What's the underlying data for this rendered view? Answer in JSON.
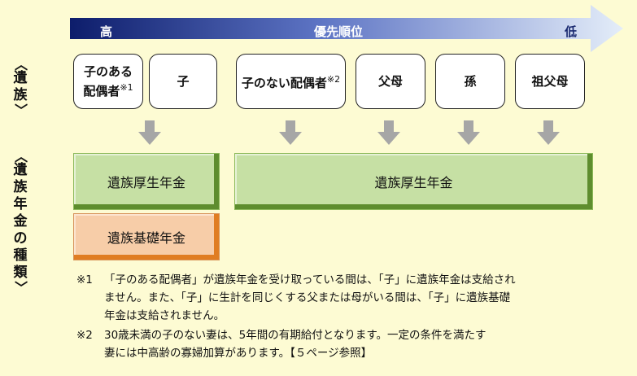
{
  "priority": {
    "high": "高",
    "title": "優先順位",
    "low": "低"
  },
  "side_labels": {
    "survivors": "〈遺族〉",
    "pension_types": "〈遺族年金の種類〉"
  },
  "heirs": [
    {
      "label_line1": "子のある",
      "label_line2": "配偶者",
      "note": "※1"
    },
    {
      "label": "子"
    },
    {
      "label": "子のない配偶者",
      "note": "※2"
    },
    {
      "label": "父母"
    },
    {
      "label": "孫"
    },
    {
      "label": "祖父母"
    }
  ],
  "pensions": {
    "spouse_employee": "遺族厚生年金",
    "spouse_basic": "遺族基礎年金",
    "others_employee": "遺族厚生年金"
  },
  "notes": [
    {
      "mark": "※1",
      "lines": [
        "「子のある配偶者」が遺族年金を受け取っている間は、「子」に遺族年金は支給され",
        "ません。また、「子」に生計を同じくする父または母がいる間は、「子」に遺族基礎",
        "年金は支給されません。"
      ]
    },
    {
      "mark": "※2",
      "lines": [
        "30歳未満の子のない妻は、5年間の有期給付となります。一定の条件を満たす",
        "妻には中高齢の寡婦加算があります。【５ページ参照】"
      ]
    }
  ],
  "colors": {
    "arrow_start": "#0d1d6b",
    "arrow_end": "#e4edf9",
    "green": "#c6e0a4",
    "orange": "#f7cda8",
    "background": "#fdfbd3"
  }
}
